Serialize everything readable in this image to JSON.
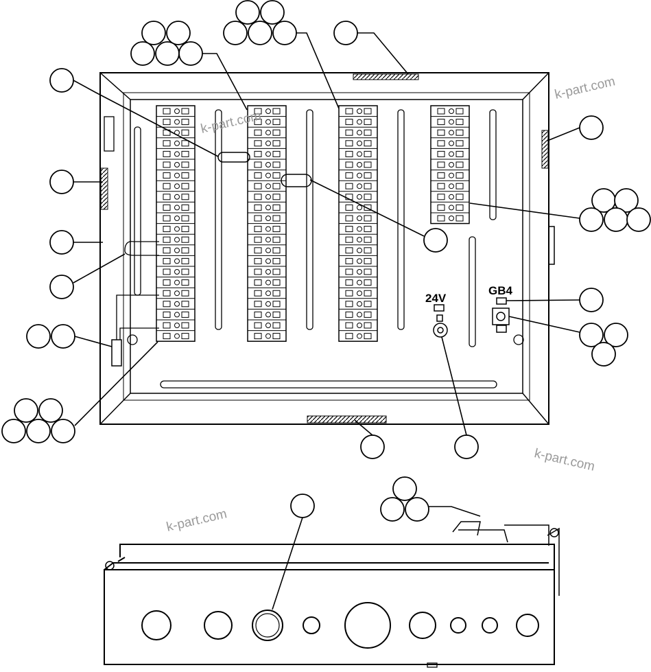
{
  "watermark": "k-part.com",
  "labels": {
    "volt": "24V",
    "gb": "GB4"
  },
  "figure": {
    "top_view": "enclosure-top-view",
    "side_view": "enclosure-side-view"
  }
}
